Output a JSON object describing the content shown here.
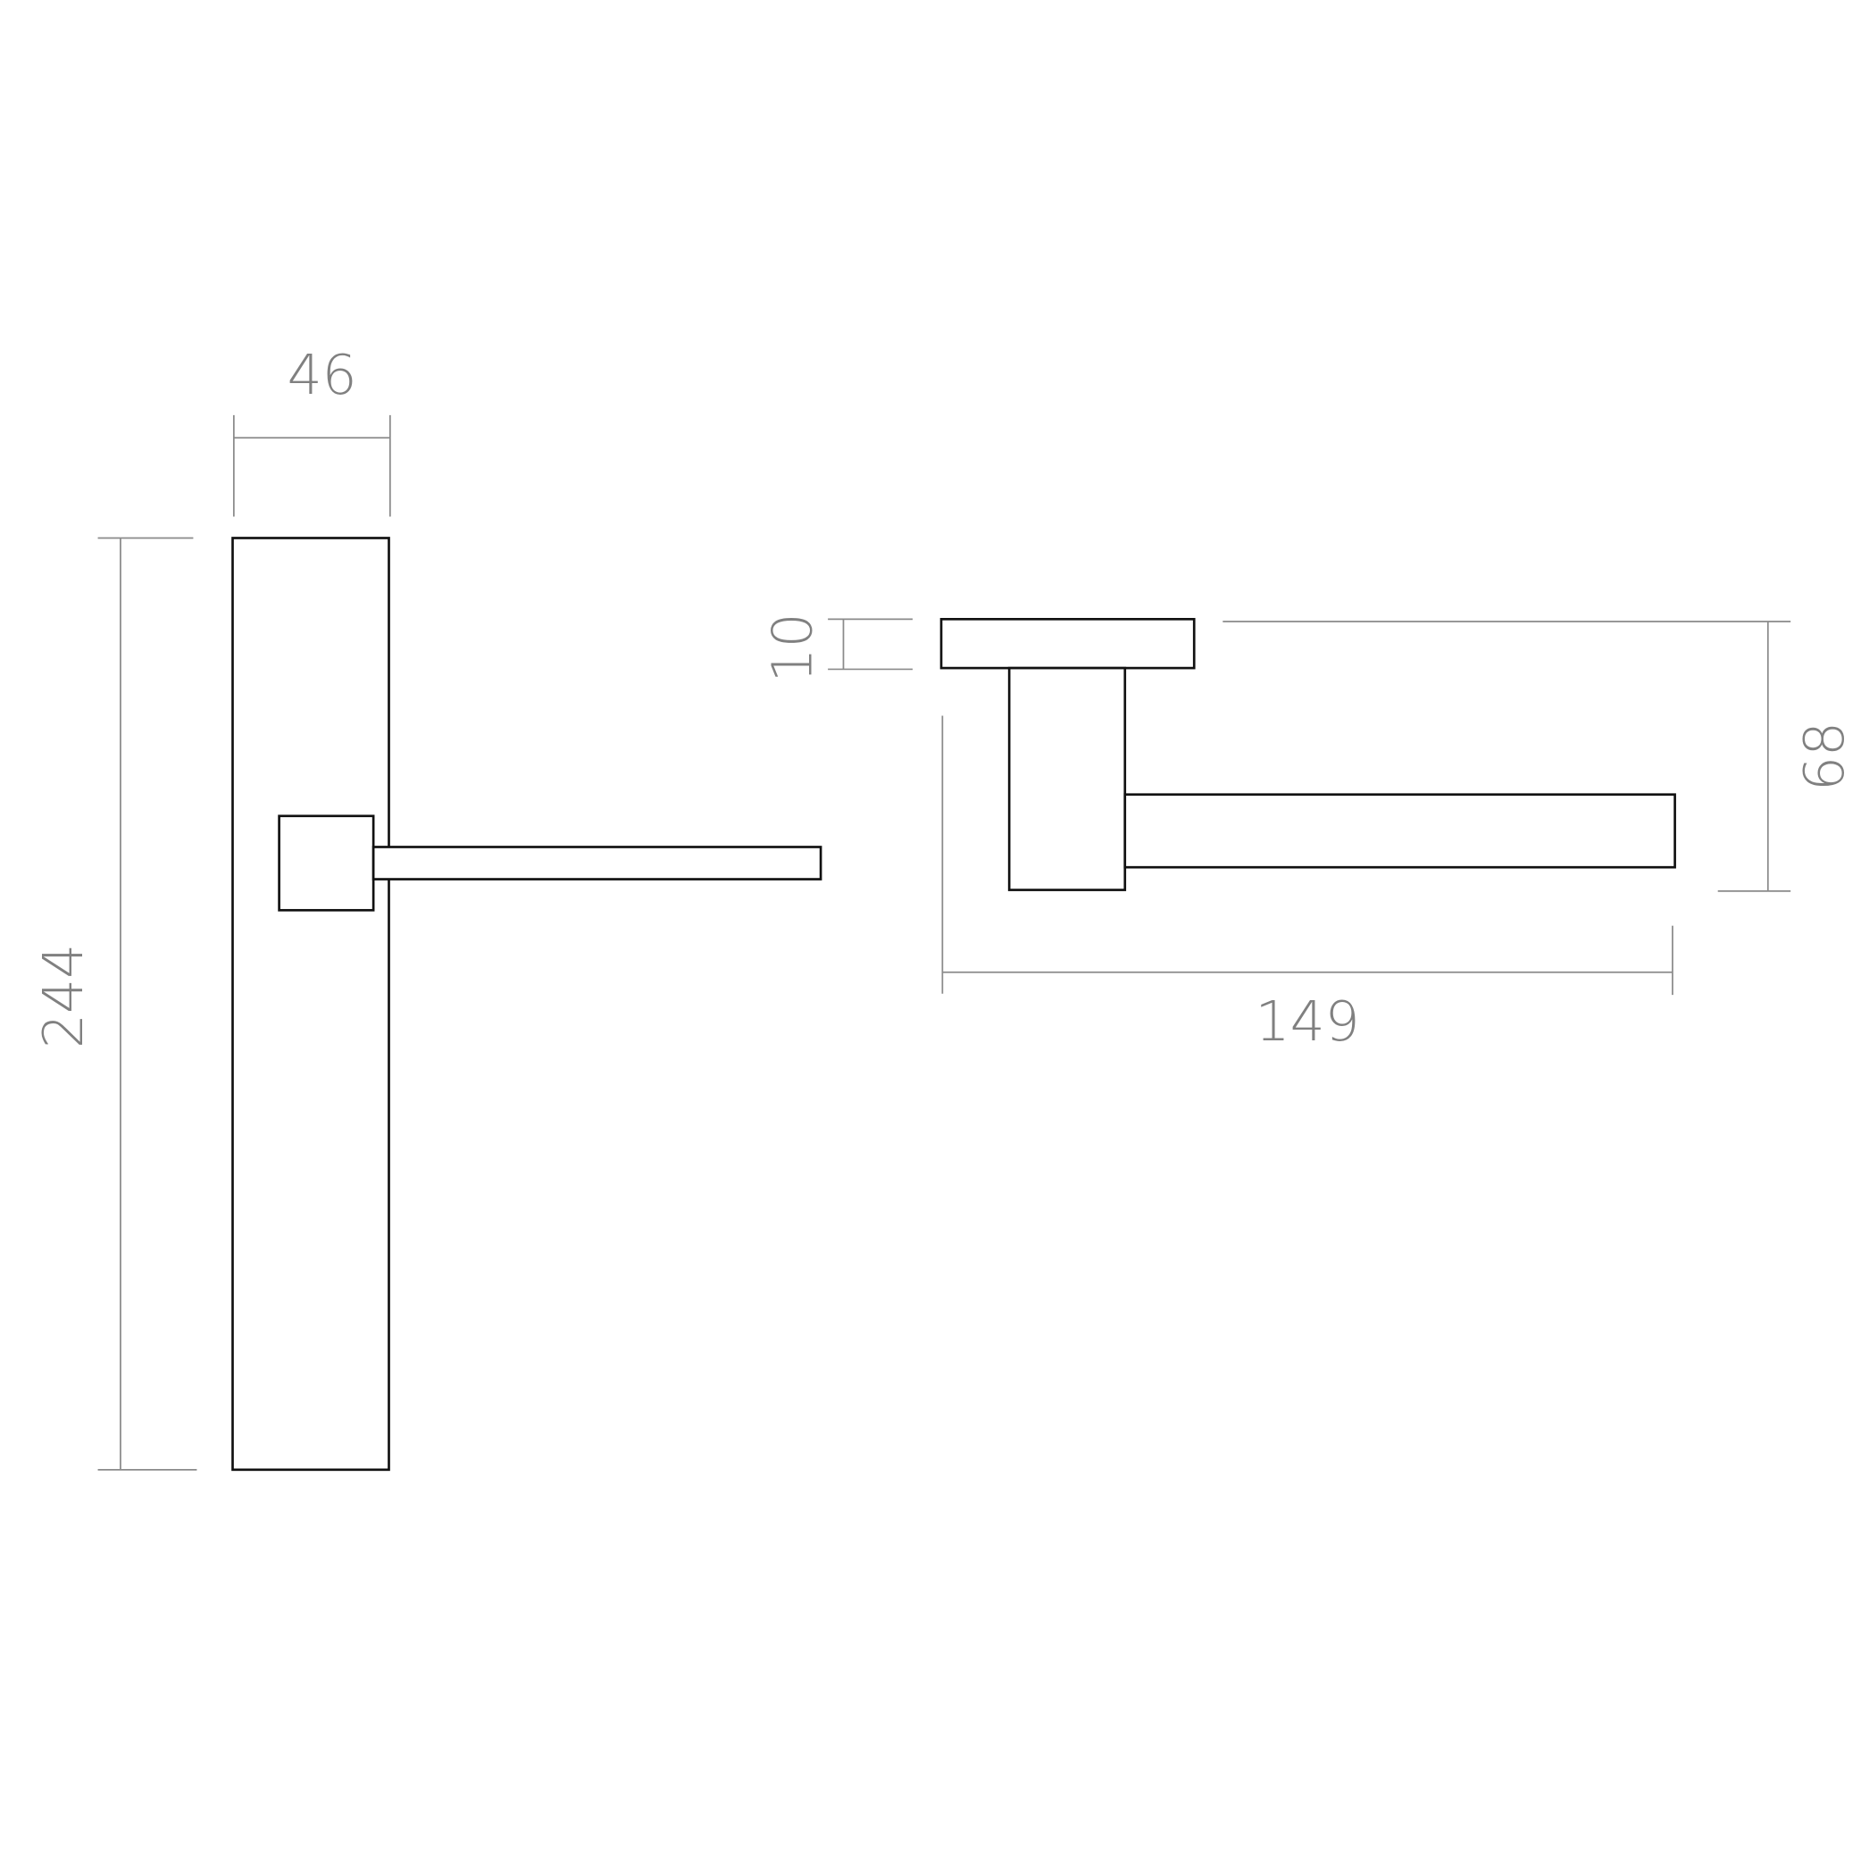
{
  "drawing": {
    "front_view": {
      "width_dimension": "46",
      "height_dimension": "244"
    },
    "side_view": {
      "rose_thickness_dimension": "10",
      "projection_dimension": "68",
      "lever_length_dimension": "149"
    },
    "colors": {
      "outline": "#111111",
      "dimension": "#808080",
      "background": "#ffffff"
    }
  }
}
